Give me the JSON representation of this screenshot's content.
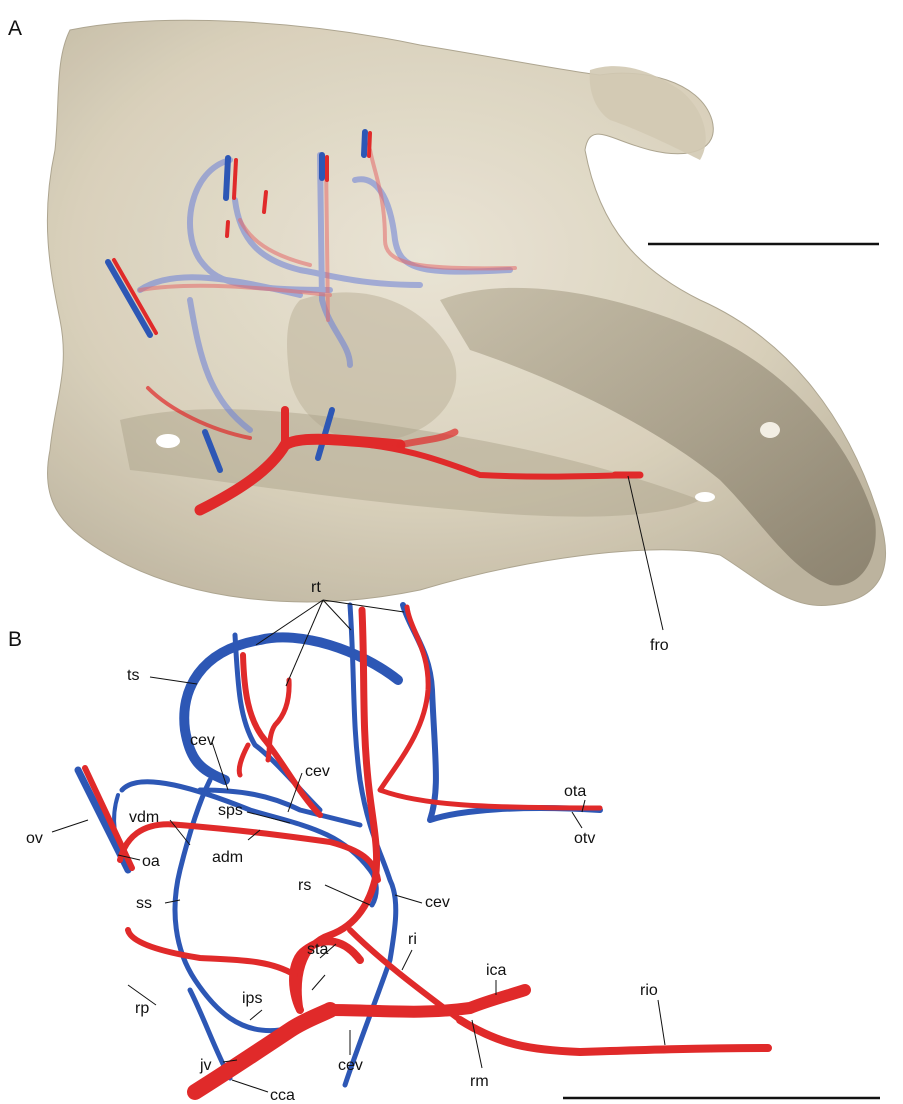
{
  "panels": [
    {
      "letter": "A"
    },
    {
      "letter": "B"
    }
  ],
  "panel_a": {
    "labels": {
      "fro": "fro"
    },
    "scale_bar": "scale-bar"
  },
  "panel_b": {
    "labels": {
      "rt": "rt",
      "ts": "ts",
      "cev_a": "cev",
      "cev_b": "cev",
      "cev_c": "cev",
      "cev_d": "cev",
      "vdm": "vdm",
      "sps": "sps",
      "ov": "ov",
      "oa": "oa",
      "adm": "adm",
      "ota": "ota",
      "otv": "otv",
      "rs": "rs",
      "ss": "ss",
      "ri": "ri",
      "ica": "ica",
      "sta": "sta",
      "rp": "rp",
      "ips": "ips",
      "rio": "rio",
      "jv": "jv",
      "rm": "rm",
      "cca": "cca"
    },
    "scale_bar": "scale-bar"
  },
  "colors": {
    "artery": "#e02a2a",
    "vein": "#2d57b5",
    "bone": "#d9d1bd",
    "bone_dark": "#8a8372"
  }
}
